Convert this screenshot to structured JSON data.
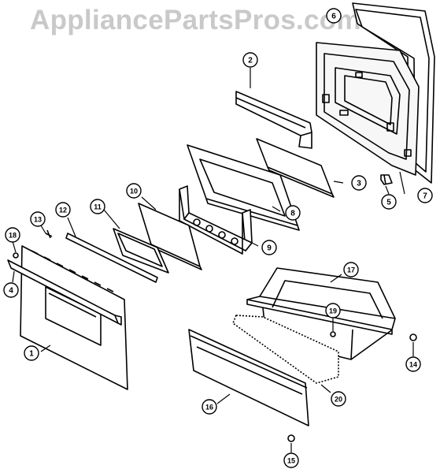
{
  "watermark": "AppliancePartsPros.com",
  "callouts": [
    {
      "id": "c1",
      "number": "1",
      "part": "door-outer-panel"
    },
    {
      "id": "c2",
      "number": "2",
      "part": "door-top-trim"
    },
    {
      "id": "c3",
      "number": "3",
      "part": "glass-window-inner"
    },
    {
      "id": "c4",
      "number": "4",
      "part": "door-handle"
    },
    {
      "id": "c5",
      "number": "5",
      "part": "hinge-clip"
    },
    {
      "id": "c6",
      "number": "6",
      "part": "door-gasket"
    },
    {
      "id": "c7",
      "number": "7",
      "part": "door-inner-liner"
    },
    {
      "id": "c8",
      "number": "8",
      "part": "glass-window-frame"
    },
    {
      "id": "c9",
      "number": "9",
      "part": "insulation-shield"
    },
    {
      "id": "c10",
      "number": "10",
      "part": "glass-pane"
    },
    {
      "id": "c11",
      "number": "11",
      "part": "window-gasket-frame"
    },
    {
      "id": "c12",
      "number": "12",
      "part": "trim-strip"
    },
    {
      "id": "c13",
      "number": "13",
      "part": "door-screw"
    },
    {
      "id": "c14",
      "number": "14",
      "part": "drawer-roller"
    },
    {
      "id": "c15",
      "number": "15",
      "part": "drawer-roller-bottom"
    },
    {
      "id": "c16",
      "number": "16",
      "part": "drawer-front-panel"
    },
    {
      "id": "c17",
      "number": "17",
      "part": "storage-drawer-body"
    },
    {
      "id": "c18",
      "number": "18",
      "part": "handle-screw"
    },
    {
      "id": "c19",
      "number": "19",
      "part": "drawer-screw"
    },
    {
      "id": "c20",
      "number": "20",
      "part": "drawer-front-trim"
    }
  ]
}
